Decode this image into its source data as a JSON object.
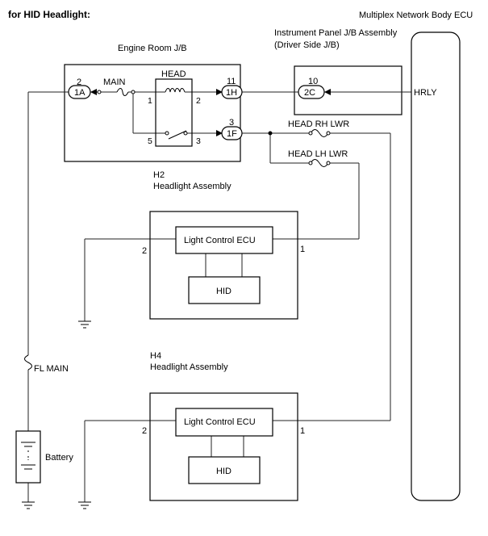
{
  "title": "for HID Headlight:",
  "ecu": {
    "label": "Multiplex Network Body ECU",
    "terminal": "HRLY"
  },
  "engine_jb": {
    "label": "Engine Room J/B",
    "main_fuse": "MAIN",
    "relay": "HEAD",
    "connectors": {
      "c1A": {
        "pin": "2",
        "name": "1A"
      },
      "c1H": {
        "pin": "11",
        "name": "1H"
      },
      "c1F": {
        "pin": "3",
        "name": "1F"
      }
    },
    "relay_pins": {
      "p1": "1",
      "p2": "2",
      "p3": "3",
      "p5": "5"
    }
  },
  "ip_jb": {
    "label_line1": "Instrument Panel J/B Assembly",
    "label_line2": "(Driver Side J/B)",
    "connector": {
      "pin": "10",
      "name": "2C"
    }
  },
  "fuses": {
    "rh": "HEAD RH LWR",
    "lh": "HEAD LH LWR",
    "fl_main": "FL MAIN"
  },
  "h2": {
    "code": "H2",
    "label": "Headlight Assembly",
    "ecu_label": "Light Control ECU",
    "hid_label": "HID",
    "pin_left": "2",
    "pin_right": "1"
  },
  "h4": {
    "code": "H4",
    "label": "Headlight Assembly",
    "ecu_label": "Light Control ECU",
    "hid_label": "HID",
    "pin_left": "2",
    "pin_right": "1"
  },
  "battery": {
    "label": "Battery"
  }
}
